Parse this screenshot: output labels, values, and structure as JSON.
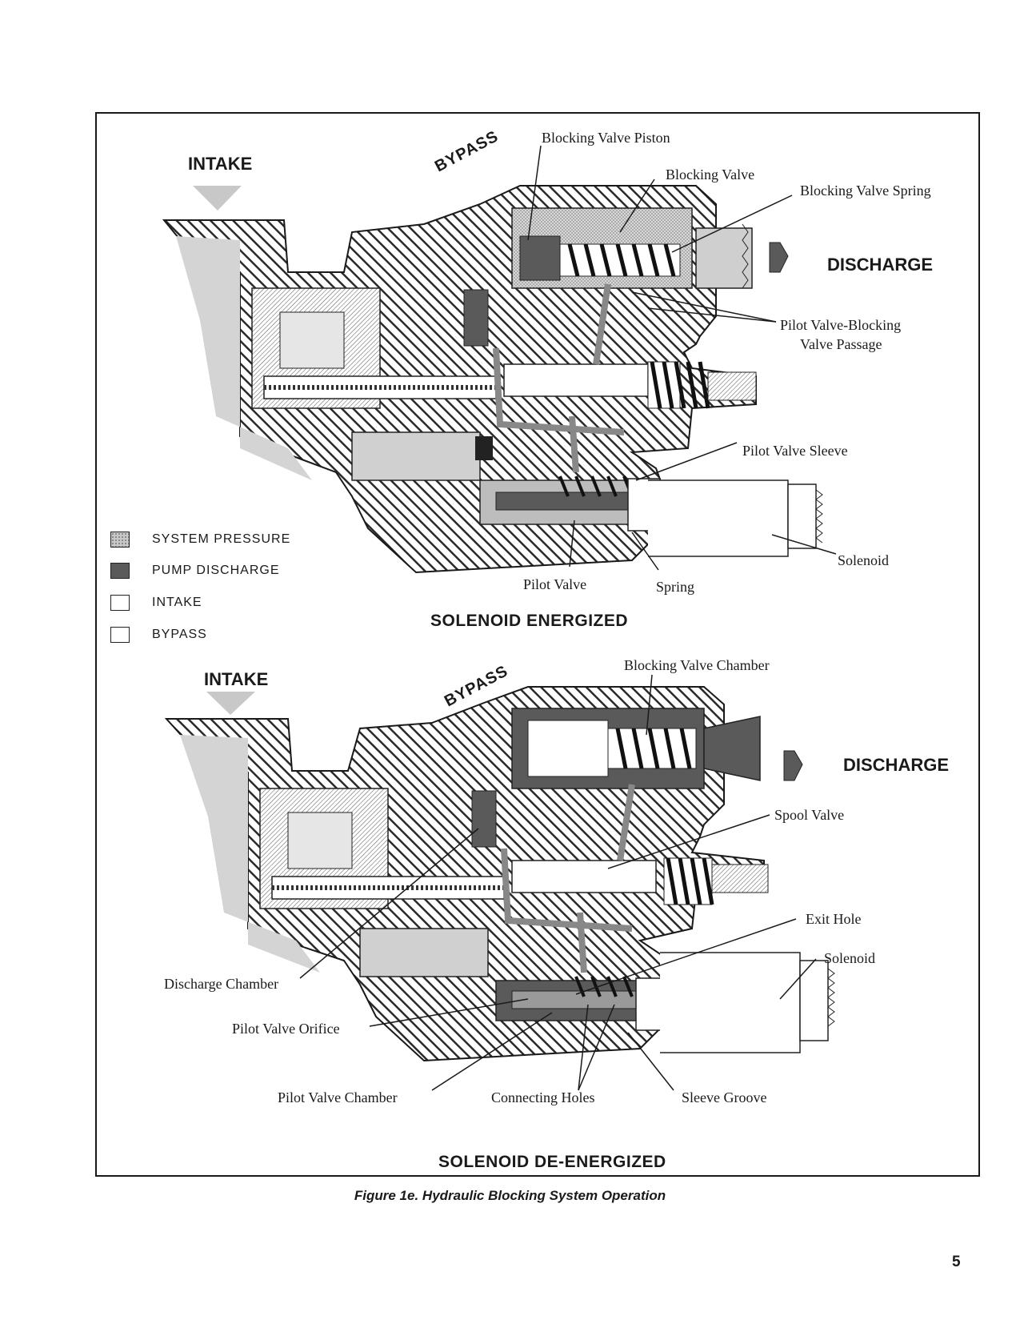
{
  "colors": {
    "system_pressure": "#c8c8c8",
    "pump_discharge": "#5a5a5a",
    "intake": "#ffffff",
    "bypass": "#ffffff",
    "hatch": "#2a2a2a"
  },
  "top_diagram": {
    "intake": "INTAKE",
    "bypass": "BYPASS",
    "discharge": "DISCHARGE",
    "caption": "SOLENOID ENERGIZED",
    "labels": {
      "blocking_valve_piston": "Blocking Valve Piston",
      "blocking_valve": "Blocking Valve",
      "blocking_valve_spring": "Blocking Valve Spring",
      "pilot_passage_line1": "Pilot Valve-Blocking",
      "pilot_passage_line2": "Valve Passage",
      "pilot_valve_sleeve": "Pilot Valve Sleeve",
      "solenoid": "Solenoid",
      "pilot_valve": "Pilot Valve",
      "spring": "Spring"
    }
  },
  "legend": [
    {
      "label": "SYSTEM PRESSURE"
    },
    {
      "label": "PUMP DISCHARGE"
    },
    {
      "label": "INTAKE"
    },
    {
      "label": "BYPASS"
    }
  ],
  "bottom_diagram": {
    "intake": "INTAKE",
    "bypass": "BYPASS",
    "discharge": "DISCHARGE",
    "caption": "SOLENOID DE-ENERGIZED",
    "labels": {
      "blocking_valve_chamber": "Blocking Valve Chamber",
      "spool_valve": "Spool Valve",
      "exit_hole": "Exit Hole",
      "solenoid": "Solenoid",
      "discharge_chamber": "Discharge Chamber",
      "pilot_valve_orifice": "Pilot Valve Orifice",
      "pilot_valve_chamber": "Pilot Valve Chamber",
      "connecting_holes": "Connecting Holes",
      "sleeve_groove": "Sleeve  Groove"
    }
  },
  "figure_caption": "Figure 1e.  Hydraulic Blocking System Operation",
  "page_number": "5"
}
